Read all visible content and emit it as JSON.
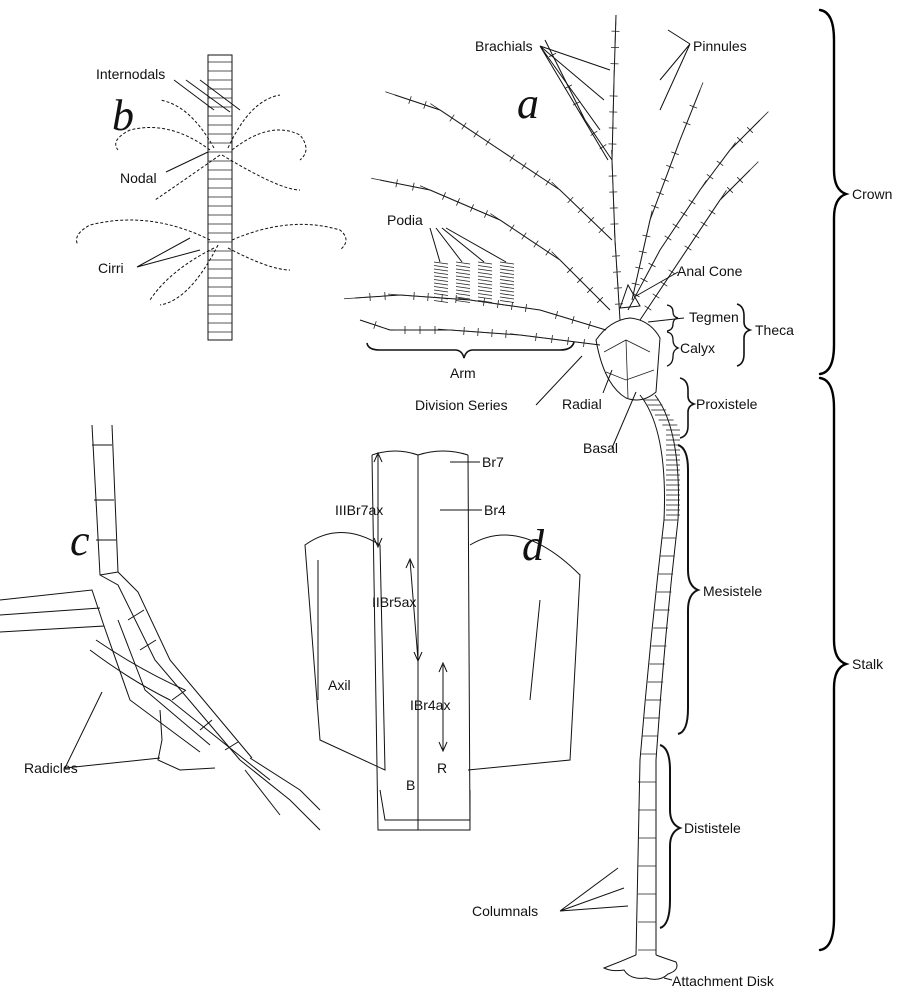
{
  "figure": {
    "panels": {
      "a": "a",
      "b": "b",
      "c": "c",
      "d": "d"
    },
    "labels": {
      "internodals": "Internodals",
      "nodal": "Nodal",
      "cirri": "Cirri",
      "brachials": "Brachials",
      "pinnules": "Pinnules",
      "podia": "Podia",
      "anal_cone": "Anal Cone",
      "tegmen": "Tegmen",
      "calyx": "Calyx",
      "theca": "Theca",
      "arm": "Arm",
      "division_series": "Division Series",
      "radial": "Radial",
      "basal": "Basal",
      "proxistele": "Proxistele",
      "mesistele": "Mesistele",
      "dististele": "Dististele",
      "columnals": "Columnals",
      "attachment_disk": "Attachment Disk",
      "crown": "Crown",
      "stalk": "Stalk",
      "radicles": "Radicles",
      "br7": "Br7",
      "br4": "Br4",
      "iiibr7ax": "IIIBr7ax",
      "iibr5ax": "IIBr5ax",
      "ibr4ax": "IBr4ax",
      "axil": "Axil",
      "r": "R",
      "b": "B"
    }
  }
}
